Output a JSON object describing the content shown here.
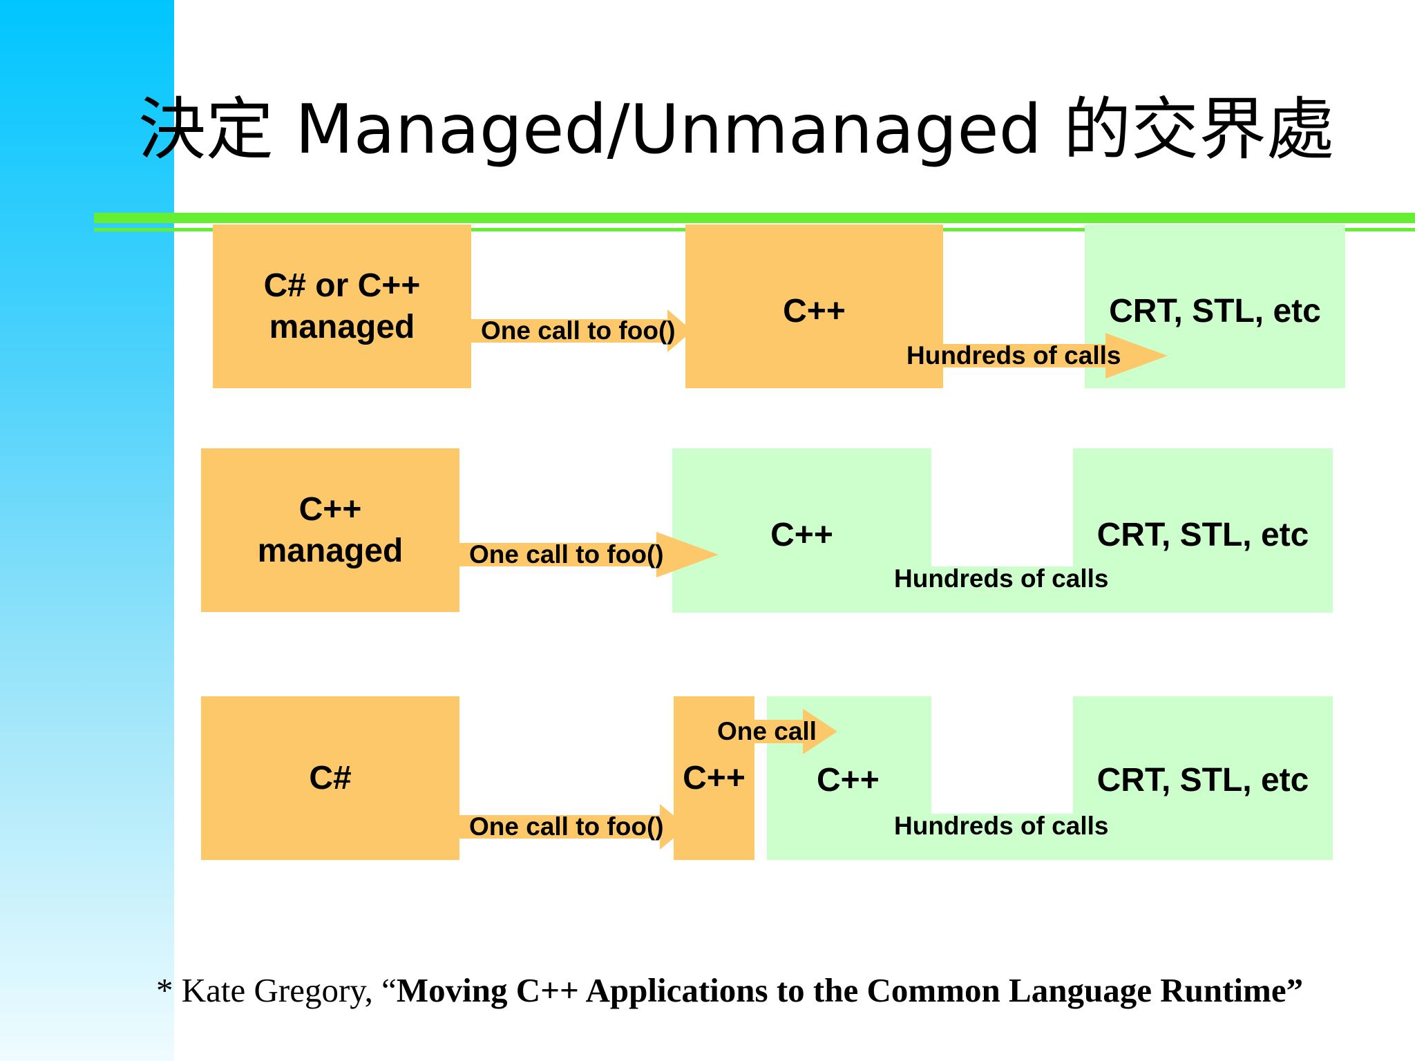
{
  "slide": {
    "title": "決定 Managed/Unmanaged 的交界處",
    "colors": {
      "managed": "#fdc86a",
      "native": "#ccffcc",
      "rule": "#66ee33",
      "sidebar": "#00c6ff"
    }
  },
  "rows": [
    {
      "boxes": [
        {
          "label": "C# or C++\nmanaged",
          "kind": "managed"
        },
        {
          "label": "C++",
          "kind": "managed"
        },
        {
          "label": "CRT, STL, etc",
          "kind": "native"
        }
      ],
      "arrows": [
        {
          "label": "One call to foo()"
        },
        {
          "label": "Hundreds of calls"
        }
      ]
    },
    {
      "boxes": [
        {
          "label": "C++\nmanaged",
          "kind": "managed"
        },
        {
          "label": "C++",
          "kind": "native"
        },
        {
          "label": "CRT, STL, etc",
          "kind": "native"
        }
      ],
      "arrows": [
        {
          "label": "One call to foo()"
        },
        {
          "label": "Hundreds of calls"
        }
      ]
    },
    {
      "boxes": [
        {
          "label": "C#",
          "kind": "managed"
        },
        {
          "label": "C++",
          "kind": "managed"
        },
        {
          "label": "C++",
          "kind": "native"
        },
        {
          "label": "CRT, STL, etc",
          "kind": "native"
        }
      ],
      "arrows": [
        {
          "label": "One call to foo()"
        },
        {
          "label": "One call"
        },
        {
          "label": "Hundreds of calls"
        }
      ]
    }
  ],
  "footnote": {
    "prefix": "* Kate Gregory, “",
    "title": "Moving C++ Applications to the Common Language Runtime",
    "suffix": "”"
  }
}
